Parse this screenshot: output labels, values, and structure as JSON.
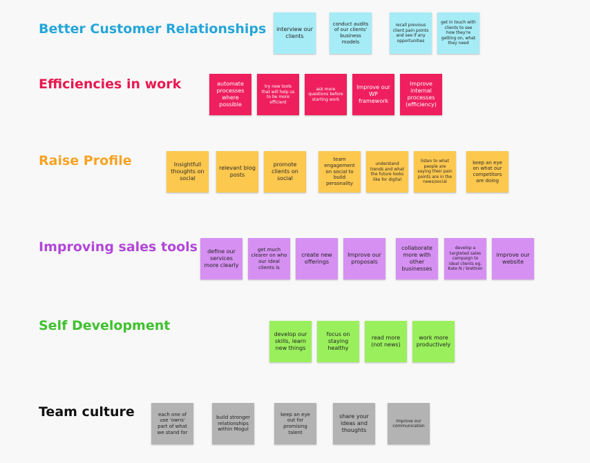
{
  "colors": {
    "heading_blue": "#25a6d9",
    "heading_red": "#e8184f",
    "heading_orange": "#f8a323",
    "heading_purple": "#b246d8",
    "heading_green": "#3fc12e",
    "heading_black": "#111111",
    "note_cyan": "#a6ecf6",
    "note_pink": "#ef1f5e",
    "note_yellow": "#fdc84e",
    "note_violet": "#d690f2",
    "note_green": "#9af05c",
    "note_grey": "#b3b3b3"
  },
  "sections": [
    {
      "title": "Better Customer Relationships",
      "notes": [
        "interview our clients",
        "conduct audits of our clients' business models",
        "recall previous client pain points and see if any opportunities",
        "get in touch with clients to see how they're getting on, what they need"
      ]
    },
    {
      "title": "Efficiencies in work",
      "notes": [
        "automate processes where possible",
        "try new tools that will help us to be more efficient",
        "ask more questions before starting work",
        "Improve our WP framework",
        "Improve internal processes (efficiency)"
      ]
    },
    {
      "title": "Raise Profile",
      "notes": [
        "Insightfull thoughts on social",
        "relevant blog posts",
        "promote clients on social",
        "team engagement on social to build personality",
        "understand trends and what the future looks like for digital",
        "listen to what people are saying their pain points are in the news/social",
        "keep an eye on what our competitors are doing"
      ]
    },
    {
      "title": "Improving sales tools",
      "notes": [
        "define our services more clearly",
        "get much clearer on who our ideal clients is",
        "create new offerings",
        "Improve our proposals",
        "collaborate more with other businesses",
        "develop a targteted sales campaign to ideal clients eg. Kate N / brettren",
        "improve our website"
      ]
    },
    {
      "title": "Self Development",
      "notes": [
        "develop our skills, learn new things",
        "focus on staying healthy",
        "read more (not news)",
        "work more productively"
      ]
    },
    {
      "title": "Team culture",
      "notes": [
        "each one of use 'owns' part of what we stand for",
        "build stronger relationships within Mogul",
        "keep an eye out for promising talent",
        "share your ideas and thoughts",
        "improve our communication"
      ]
    }
  ]
}
